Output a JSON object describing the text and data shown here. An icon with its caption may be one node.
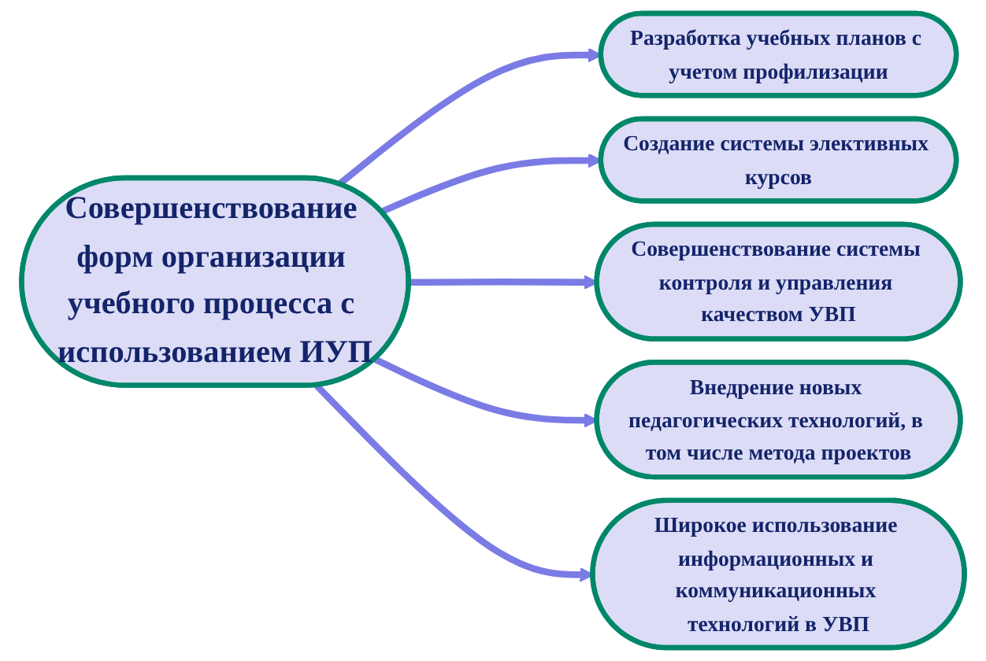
{
  "diagram": {
    "nodes": [
      {
        "text": [
          "Совершенствование форм организации учебного процесса с использованием ИУП"
        ]
      },
      {
        "text": [
          "Разработка учебных планов с учетом профилизации"
        ]
      },
      {
        "text": [
          "Создание системы элективных курсов"
        ]
      },
      {
        "text": [
          "Совершенствование системы контроля и управления качеством УВП"
        ]
      },
      {
        "text": [
          "Внедрение новых педагогических технологий, в том числе метода проектов"
        ]
      },
      {
        "text": [
          "Широкое использование информационных и коммуникационных технологий в УВП"
        ]
      }
    ],
    "edges": [
      {
        "from": 0,
        "to": 1,
        "arrow": "to"
      },
      {
        "from": 0,
        "to": 2,
        "arrow": "to"
      },
      {
        "from": 0,
        "to": 3,
        "arrow": "to"
      },
      {
        "from": 0,
        "to": 4,
        "arrow": "to"
      },
      {
        "from": 0,
        "to": 5,
        "arrow": "to"
      }
    ]
  }
}
